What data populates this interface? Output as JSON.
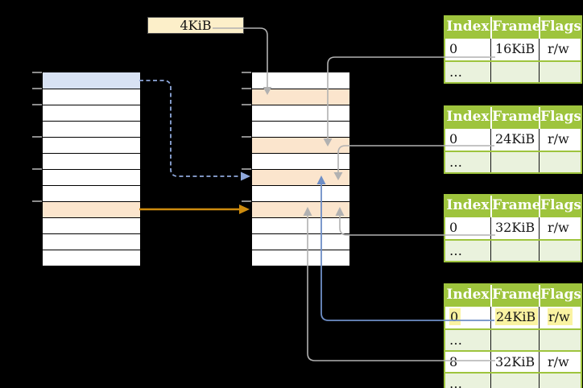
{
  "colors": {
    "background": "#000000",
    "row_white": "#ffffff",
    "row_blue": "#d8e2f3",
    "row_orange": "#fbe5cd",
    "label_fill": "#fcefc9",
    "table_header_green": "#9ec43d",
    "table_border_green": "#9ec43d",
    "table_row_green": "#eaf2dd",
    "highlight_yellow": "#faf3a1",
    "gray_line": "#b1b1b1",
    "blue_solid": "#6e8ec6",
    "blue_dashed": "#8fa8db",
    "orange_arrow": "#cd8b0e",
    "tick_gray": "#8c8c8c"
  },
  "size_label": {
    "text": "4KiB"
  },
  "memory": {
    "tick_ys": [
      90,
      110,
      130,
      170,
      210,
      250
    ],
    "left_column": {
      "rows": [
        "blue",
        "white",
        "white",
        "white",
        "white",
        "white",
        "white",
        "white",
        "orange",
        "white",
        "white",
        "white"
      ]
    },
    "middle_column": {
      "rows": [
        "white",
        "orange",
        "white",
        "white",
        "orange",
        "white",
        "orange",
        "white",
        "orange",
        "white",
        "white",
        "white"
      ]
    }
  },
  "page_tables": {
    "headers": [
      "Index",
      "Frame",
      "Flags"
    ],
    "instances": [
      {
        "rows": [
          {
            "cells": [
              "0",
              "16KiB",
              "r/w"
            ],
            "variant": "white",
            "highlight": false
          },
          {
            "cells": [
              "…",
              "",
              ""
            ],
            "variant": "green",
            "highlight": false
          }
        ]
      },
      {
        "rows": [
          {
            "cells": [
              "0",
              "24KiB",
              "r/w"
            ],
            "variant": "white",
            "highlight": false
          },
          {
            "cells": [
              "…",
              "",
              ""
            ],
            "variant": "green",
            "highlight": false
          }
        ]
      },
      {
        "rows": [
          {
            "cells": [
              "0",
              "32KiB",
              "r/w"
            ],
            "variant": "white",
            "highlight": false
          },
          {
            "cells": [
              "…",
              "",
              ""
            ],
            "variant": "green",
            "highlight": false
          }
        ]
      },
      {
        "rows": [
          {
            "cells": [
              "0",
              "24KiB",
              "r/w"
            ],
            "variant": "white",
            "highlight": true
          },
          {
            "cells": [
              "…",
              "",
              ""
            ],
            "variant": "green",
            "highlight": false
          },
          {
            "cells": [
              "8",
              "32KiB",
              "r/w"
            ],
            "variant": "white",
            "highlight": false
          },
          {
            "cells": [
              "…",
              "",
              ""
            ],
            "variant": "green",
            "highlight": false
          }
        ]
      }
    ]
  }
}
